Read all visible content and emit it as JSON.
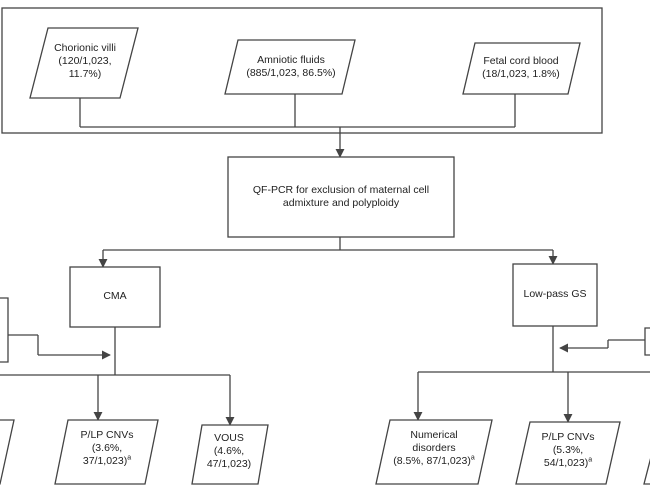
{
  "samples": [
    {
      "name": "Chorionic villi",
      "detail_1": "(120/1,023,",
      "detail_2": "11.7%)"
    },
    {
      "name": "Amniotic fluids",
      "detail_1": "(885/1,023, 86.5%)"
    },
    {
      "name": "Fetal cord blood",
      "detail_1": "(18/1,023, 1.8%)"
    }
  ],
  "qfpcr": {
    "line_1": "QF-PCR for exclusion of maternal cell",
    "line_2": "admixture and polyploidy"
  },
  "methods": {
    "cma": "CMA",
    "lowpass": "Low-pass GS"
  },
  "results": {
    "cma_plp": {
      "line_1": "P/LP CNVs",
      "line_2": "(3.6%,",
      "line_3": "37/1,023)",
      "sup": "a"
    },
    "cma_vous": {
      "line_1": "VOUS",
      "line_2": "(4.6%,",
      "line_3": "47/1,023)"
    },
    "gs_numerical": {
      "line_1": "Numerical",
      "line_2": "disorders",
      "line_3": "(8.5%, 87/1,023)",
      "sup": "a"
    },
    "gs_plp": {
      "line_1": "P/LP CNVs",
      "line_2": "(5.3%,",
      "line_3": "54/1,023)",
      "sup": "a"
    }
  }
}
